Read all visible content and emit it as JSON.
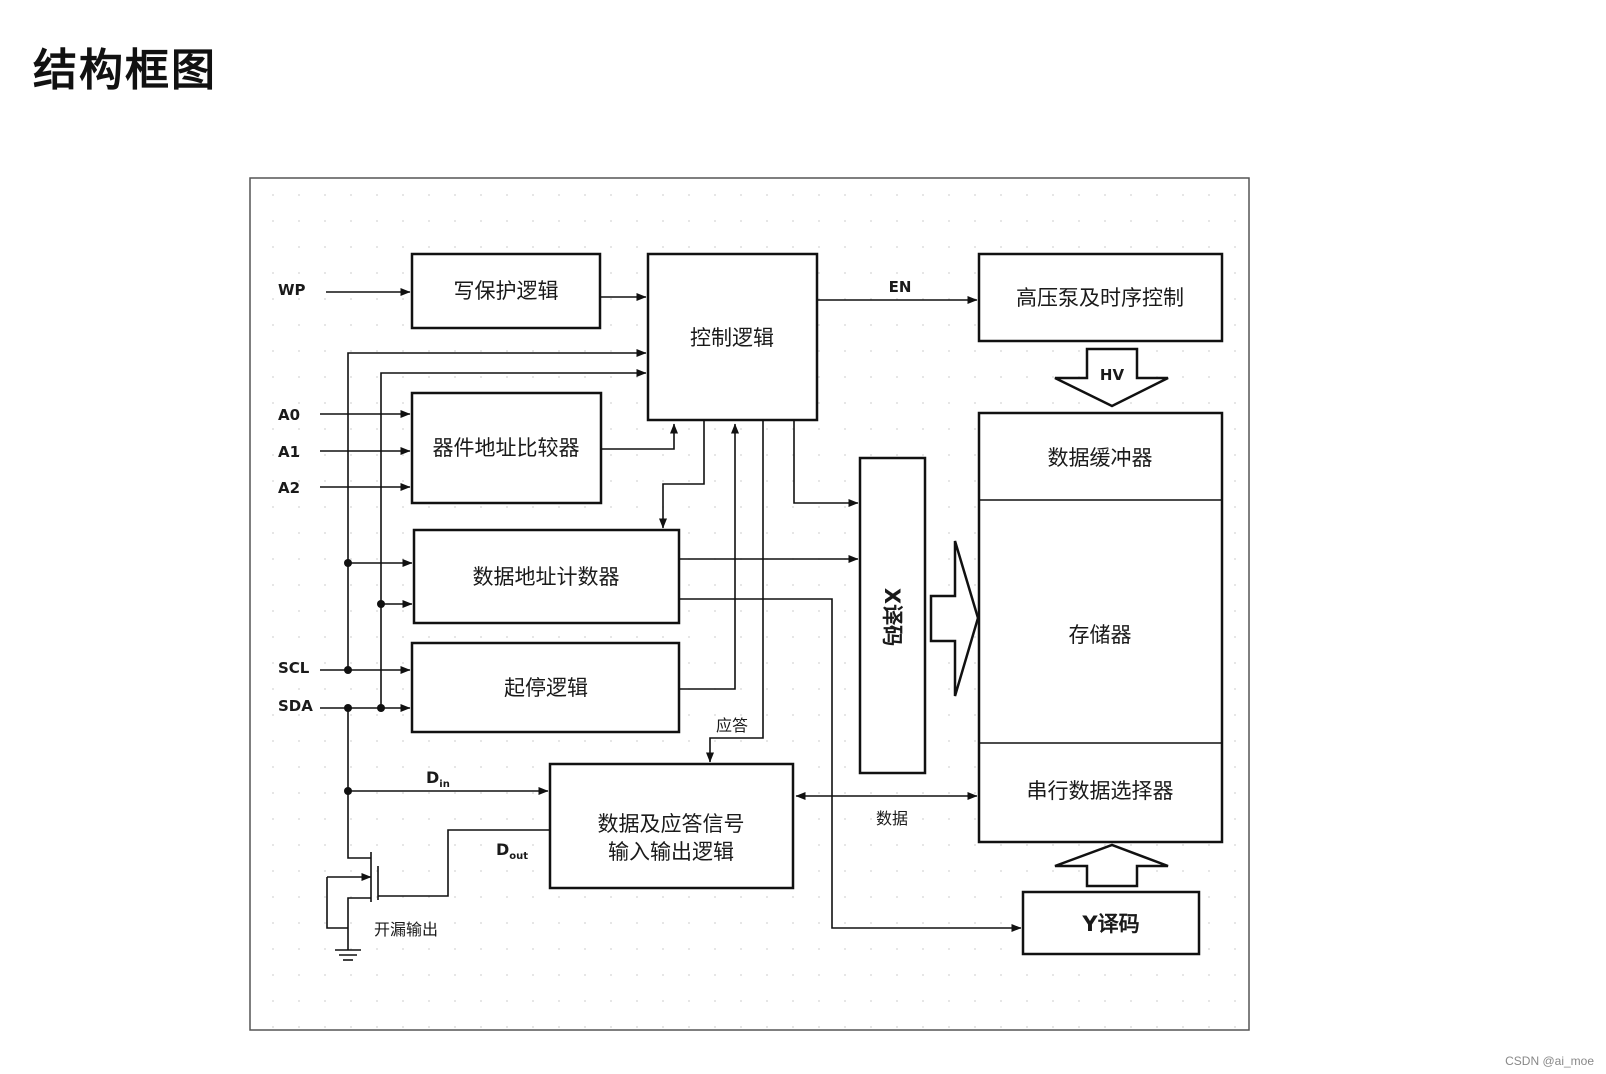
{
  "title": "结构框图",
  "watermark": "CSDN @ai_moe",
  "pins": {
    "wp": "WP",
    "a0": "A0",
    "a1": "A1",
    "a2": "A2",
    "scl": "SCL",
    "sda": "SDA"
  },
  "blocks": {
    "write_protect": "写保护逻辑",
    "control": "控制逻辑",
    "addr_compare": "器件地址比较器",
    "addr_counter": "数据地址计数器",
    "start_stop": "起停逻辑",
    "io_logic_line1": "数据及应答信号",
    "io_logic_line2": "输入输出逻辑",
    "x_decoder": "X译码",
    "hv_pump": "高压泵及时序控制",
    "data_buffer": "数据缓冲器",
    "memory": "存储器",
    "serial_mux": "串行数据选择器",
    "y_decoder": "Y译码"
  },
  "signals": {
    "en": "EN",
    "hv": "HV",
    "ack": "应答",
    "data": "数据",
    "din_main": "D",
    "din_sub": "in",
    "dout_main": "D",
    "dout_sub": "out",
    "open_drain": "开漏输出"
  }
}
